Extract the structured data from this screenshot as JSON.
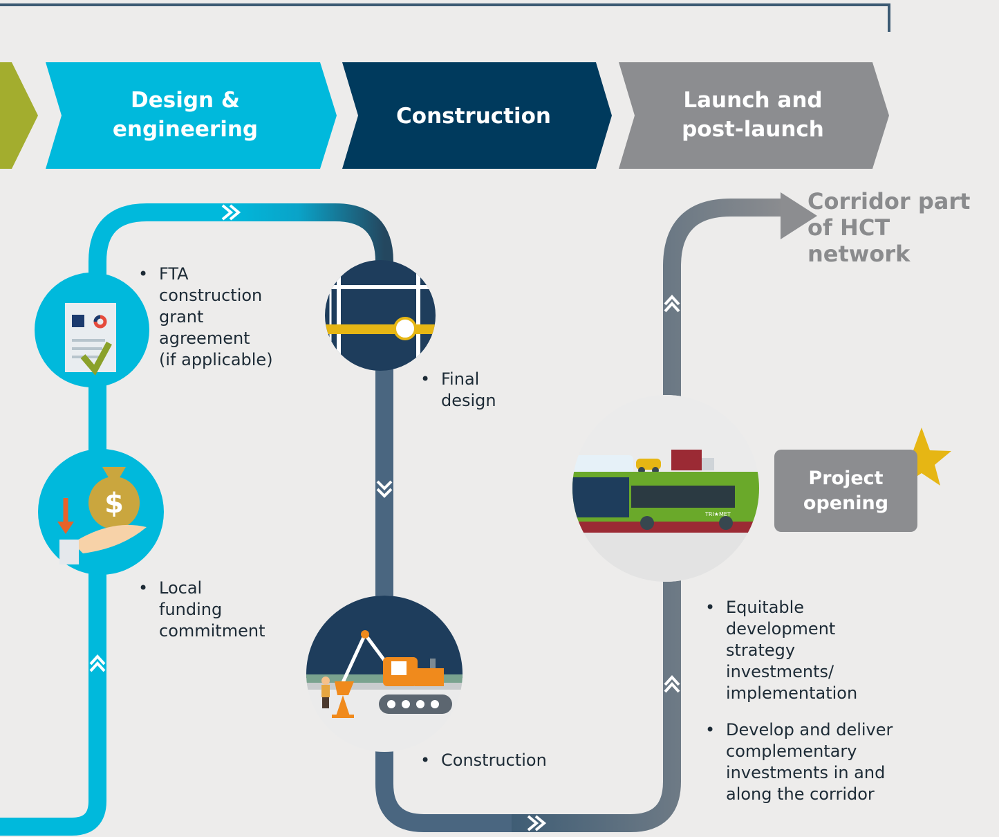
{
  "phases": [
    {
      "id": "design",
      "title": "Design &\nengineering",
      "color": "#00b9dc"
    },
    {
      "id": "construction",
      "title": "Construction",
      "color": "#003a5d"
    },
    {
      "id": "launch",
      "title": "Launch and\npost-launch",
      "color": "#8c8d90"
    }
  ],
  "previous_phase_color": "#a3ad2e",
  "design_bullets": {
    "fta": "FTA\nconstruction\ngrant\nagreement\n(if applicable)",
    "local": "Local\nfunding\ncommitment"
  },
  "construction_bullets": {
    "final_design": "Final\ndesign",
    "construction": "Construction"
  },
  "launch_bullets": {
    "equitable": "Equitable\ndevelopment\nstrategy\ninvestments/\nimplementation",
    "complementary": "Develop and deliver\ncomplementary\ninvestments in and\nalong the corridor"
  },
  "outcome": "Corridor part\nof HCT network",
  "callout": "Project\nopening",
  "bus_brand": "TRI★MET",
  "colors": {
    "cyan": "#00b9dc",
    "navy": "#003a5d",
    "slate": "#4a6680",
    "gray": "#8c8d90",
    "gold": "#e6b614",
    "olive": "#a3ad2e",
    "orange": "#f08a1c"
  },
  "icons": [
    "grant-document-icon",
    "funding-money-bag-icon",
    "street-map-icon",
    "excavator-icon",
    "bus-traffic-icon",
    "star-icon",
    "chevron-icon",
    "arrow-icon"
  ]
}
